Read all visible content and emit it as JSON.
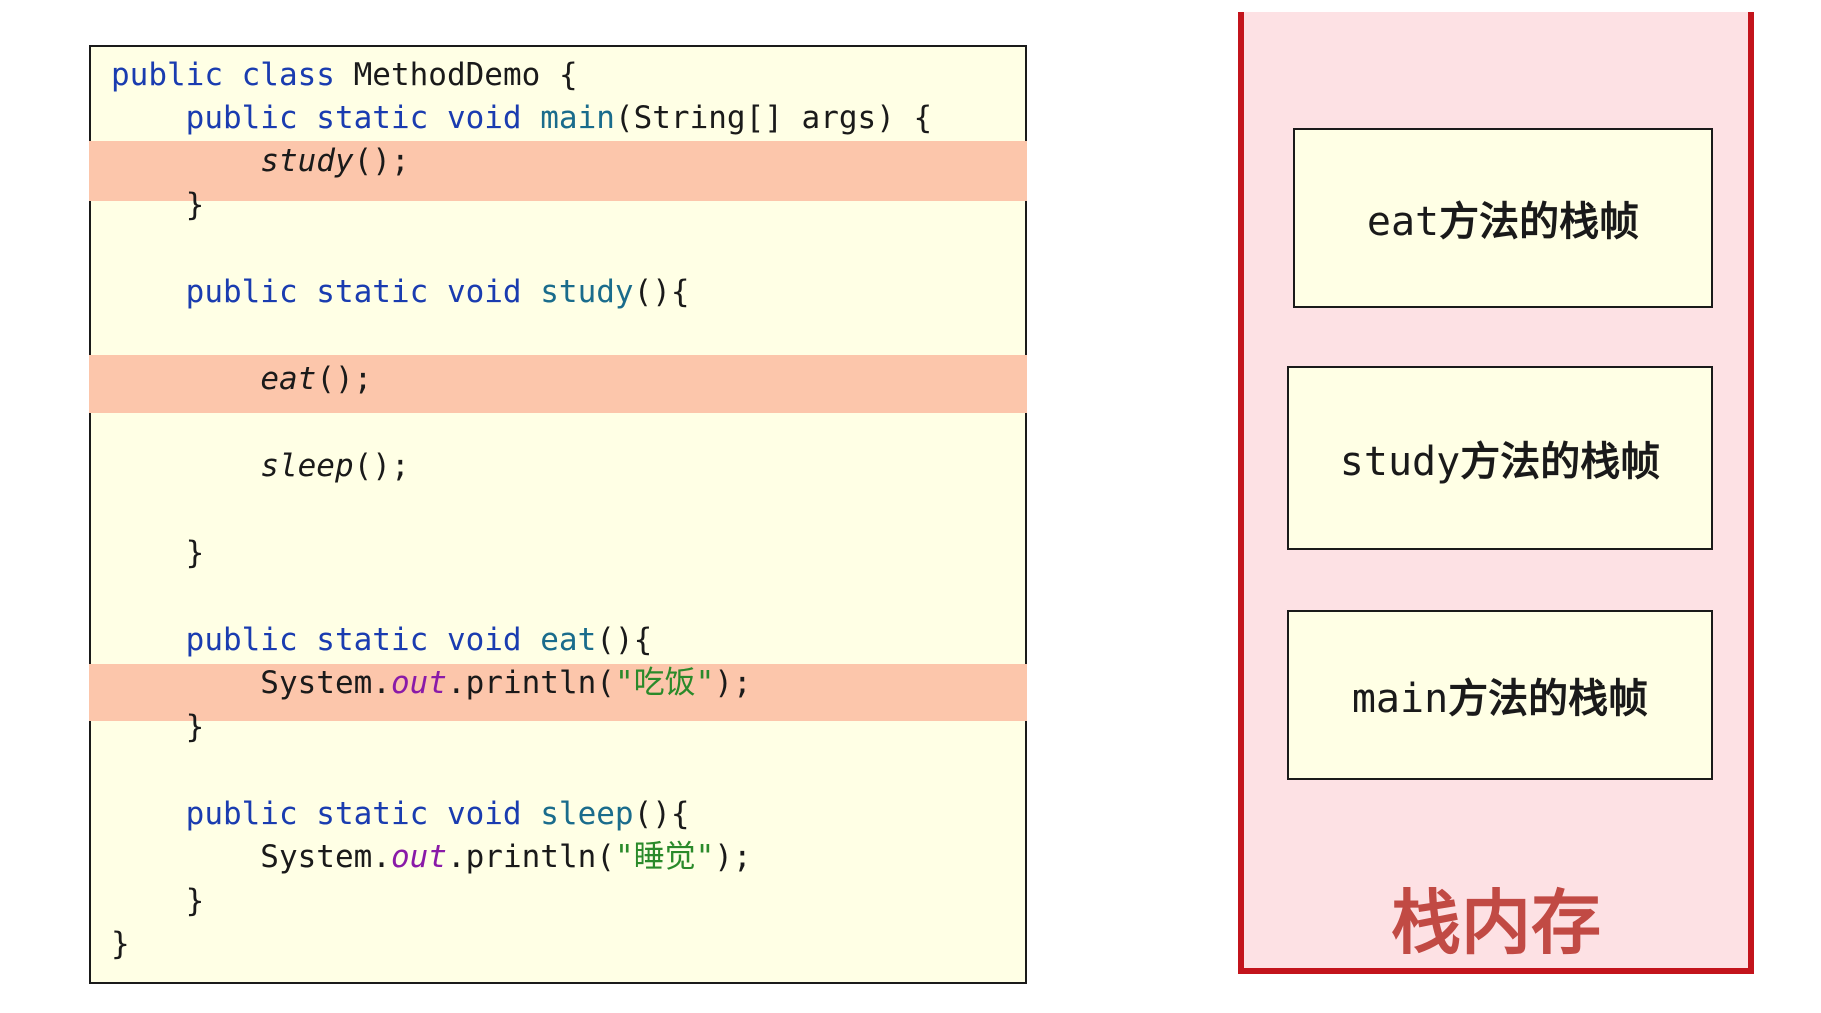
{
  "code": {
    "lines": [
      [
        {
          "t": "public class ",
          "c": "kw"
        },
        {
          "t": "MethodDemo {",
          "c": ""
        }
      ],
      [
        {
          "t": "    public static void ",
          "c": "kw"
        },
        {
          "t": "main",
          "c": "fn"
        },
        {
          "t": "(String[] args) {",
          "c": ""
        }
      ],
      [
        {
          "t": "        ",
          "c": ""
        },
        {
          "t": "study",
          "c": "it"
        },
        {
          "t": "();",
          "c": ""
        }
      ],
      [
        {
          "t": "    }",
          "c": ""
        }
      ],
      [],
      [
        {
          "t": "    public static void ",
          "c": "kw"
        },
        {
          "t": "study",
          "c": "fn"
        },
        {
          "t": "(){",
          "c": ""
        }
      ],
      [],
      [
        {
          "t": "        ",
          "c": ""
        },
        {
          "t": "eat",
          "c": "it"
        },
        {
          "t": "();",
          "c": ""
        }
      ],
      [],
      [
        {
          "t": "        ",
          "c": ""
        },
        {
          "t": "sleep",
          "c": "it"
        },
        {
          "t": "();",
          "c": ""
        }
      ],
      [],
      [
        {
          "t": "    }",
          "c": ""
        }
      ],
      [],
      [
        {
          "t": "    public static void ",
          "c": "kw"
        },
        {
          "t": "eat",
          "c": "fn"
        },
        {
          "t": "(){",
          "c": ""
        }
      ],
      [
        {
          "t": "        System.",
          "c": ""
        },
        {
          "t": "out",
          "c": "field"
        },
        {
          "t": ".println(",
          "c": ""
        },
        {
          "t": "\"吃饭\"",
          "c": "str"
        },
        {
          "t": ");",
          "c": ""
        }
      ],
      [
        {
          "t": "    }",
          "c": ""
        }
      ],
      [],
      [
        {
          "t": "    public static void ",
          "c": "kw"
        },
        {
          "t": "sleep",
          "c": "fn"
        },
        {
          "t": "(){",
          "c": ""
        }
      ],
      [
        {
          "t": "        System.",
          "c": ""
        },
        {
          "t": "out",
          "c": "field"
        },
        {
          "t": ".println(",
          "c": ""
        },
        {
          "t": "\"睡觉\"",
          "c": "str"
        },
        {
          "t": ");",
          "c": ""
        }
      ],
      [
        {
          "t": "    }",
          "c": ""
        }
      ],
      [
        {
          "t": "}",
          "c": ""
        }
      ]
    ],
    "highlighted_lines": [
      2,
      7,
      14
    ]
  },
  "stack": {
    "title": "栈内存",
    "frames": [
      {
        "name": "eat",
        "suffix": "方法的栈帧"
      },
      {
        "name": "study",
        "suffix": "方法的栈帧"
      },
      {
        "name": "main",
        "suffix": "方法的栈帧"
      }
    ]
  },
  "colors": {
    "code_bg": "#ffffe5",
    "highlight": "#fcc6ab",
    "stack_bg": "#fde1e4",
    "stack_border": "#c3141c",
    "stack_title": "#c14a44",
    "keyword": "#1a3cb0",
    "string": "#2a8a2a",
    "field": "#8a1aa8"
  }
}
